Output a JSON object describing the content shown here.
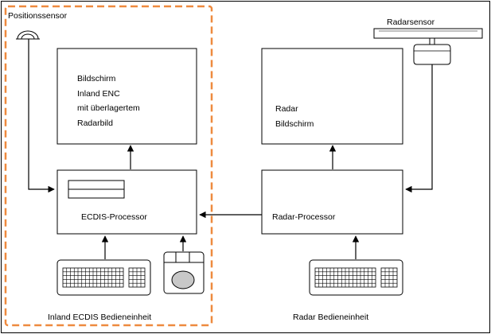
{
  "labels": {
    "position_sensor": "Positionssensor",
    "radar_sensor": "Radarsensor",
    "ecdis_screen": [
      "Bildschirm",
      "Inland ENC",
      "mit überlagertem",
      "Radarbild"
    ],
    "radar_screen": [
      "Radar",
      "Bildschirm"
    ],
    "ecdis_processor": "ECDIS-Processor",
    "radar_processor": "Radar-Processor",
    "ecdis_control_unit": "Inland ECDIS Bedieneinheit",
    "radar_control_unit": "Radar Bedieneinheit"
  },
  "colors": {
    "dashed_boundary": "#ee8a3f",
    "lines": "#000000"
  },
  "icons": {
    "position_sensor": "antenna-dome-icon",
    "radar_sensor": "radar-antenna-icon",
    "keyboard": "keyboard-icon",
    "trackball": "trackball-icon"
  }
}
